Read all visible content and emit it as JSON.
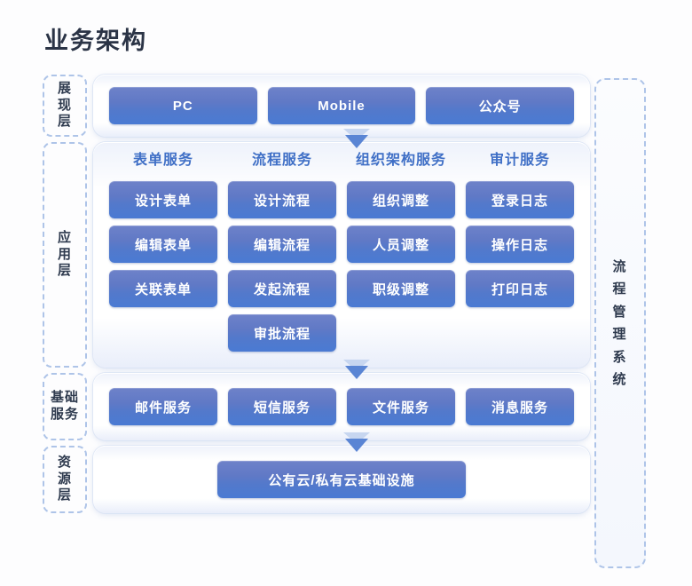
{
  "page": {
    "title": "业务架构",
    "background": "#fdfdfe"
  },
  "colors": {
    "button_gradient_top": "#6e82c9",
    "button_gradient_bottom": "#4a7ad3",
    "button_text": "#ffffff",
    "column_header_text": "#3f6fc6",
    "dashed_border": "#aec4e8",
    "tag_text": "#2e3a4e",
    "panel_background": "#ffffff",
    "arrow": "#4a7ad3"
  },
  "system_label": "流程管理系统",
  "layers": [
    {
      "id": "presentation",
      "tag": "展现层",
      "tag_columns": 1,
      "type": "row",
      "items": [
        "PC",
        "Mobile",
        "公众号"
      ]
    },
    {
      "id": "application",
      "tag": "应用层",
      "tag_columns": 1,
      "type": "grid",
      "columns": [
        {
          "header": "表单服务",
          "items": [
            "设计表单",
            "编辑表单",
            "关联表单"
          ]
        },
        {
          "header": "流程服务",
          "items": [
            "设计流程",
            "编辑流程",
            "发起流程",
            "审批流程"
          ]
        },
        {
          "header": "组织架构服务",
          "items": [
            "组织调整",
            "人员调整",
            "职级调整"
          ]
        },
        {
          "header": "审计服务",
          "items": [
            "登录日志",
            "操作日志",
            "打印日志"
          ]
        }
      ]
    },
    {
      "id": "basic-services",
      "tag": "基础服务",
      "tag_columns": 2,
      "type": "row",
      "items": [
        "邮件服务",
        "短信服务",
        "文件服务",
        "消息服务"
      ]
    },
    {
      "id": "resource",
      "tag": "资源层",
      "tag_columns": 1,
      "type": "single",
      "items": [
        "公有云/私有云基础设施"
      ]
    }
  ],
  "arrows": [
    {
      "id": "arrow-presentation-to-application",
      "name": "down-arrow-icon"
    },
    {
      "id": "arrow-application-to-basic",
      "name": "down-arrow-icon"
    },
    {
      "id": "arrow-basic-to-resource",
      "name": "down-arrow-icon"
    }
  ]
}
